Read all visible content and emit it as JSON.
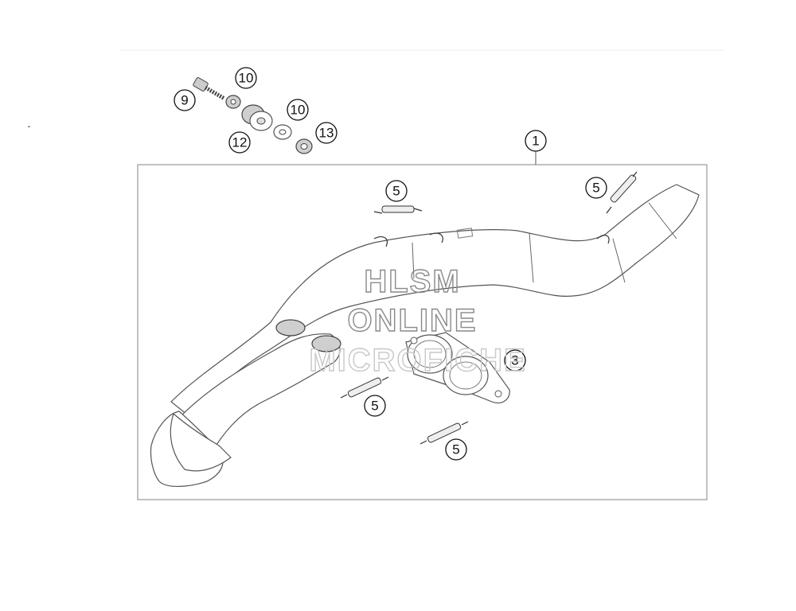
{
  "callouts": {
    "c1": "1",
    "c3": "3",
    "c5": "5",
    "c9": "9",
    "c10": "10",
    "c12": "12",
    "c13": "13"
  },
  "watermark": {
    "line1": "HLSM",
    "line2": "ONLINE",
    "line3": "MICROFICHE"
  },
  "colors": {
    "line": "#555555",
    "frame": "#999999",
    "callout": "#111111",
    "watermark": "#8a8a8a"
  }
}
